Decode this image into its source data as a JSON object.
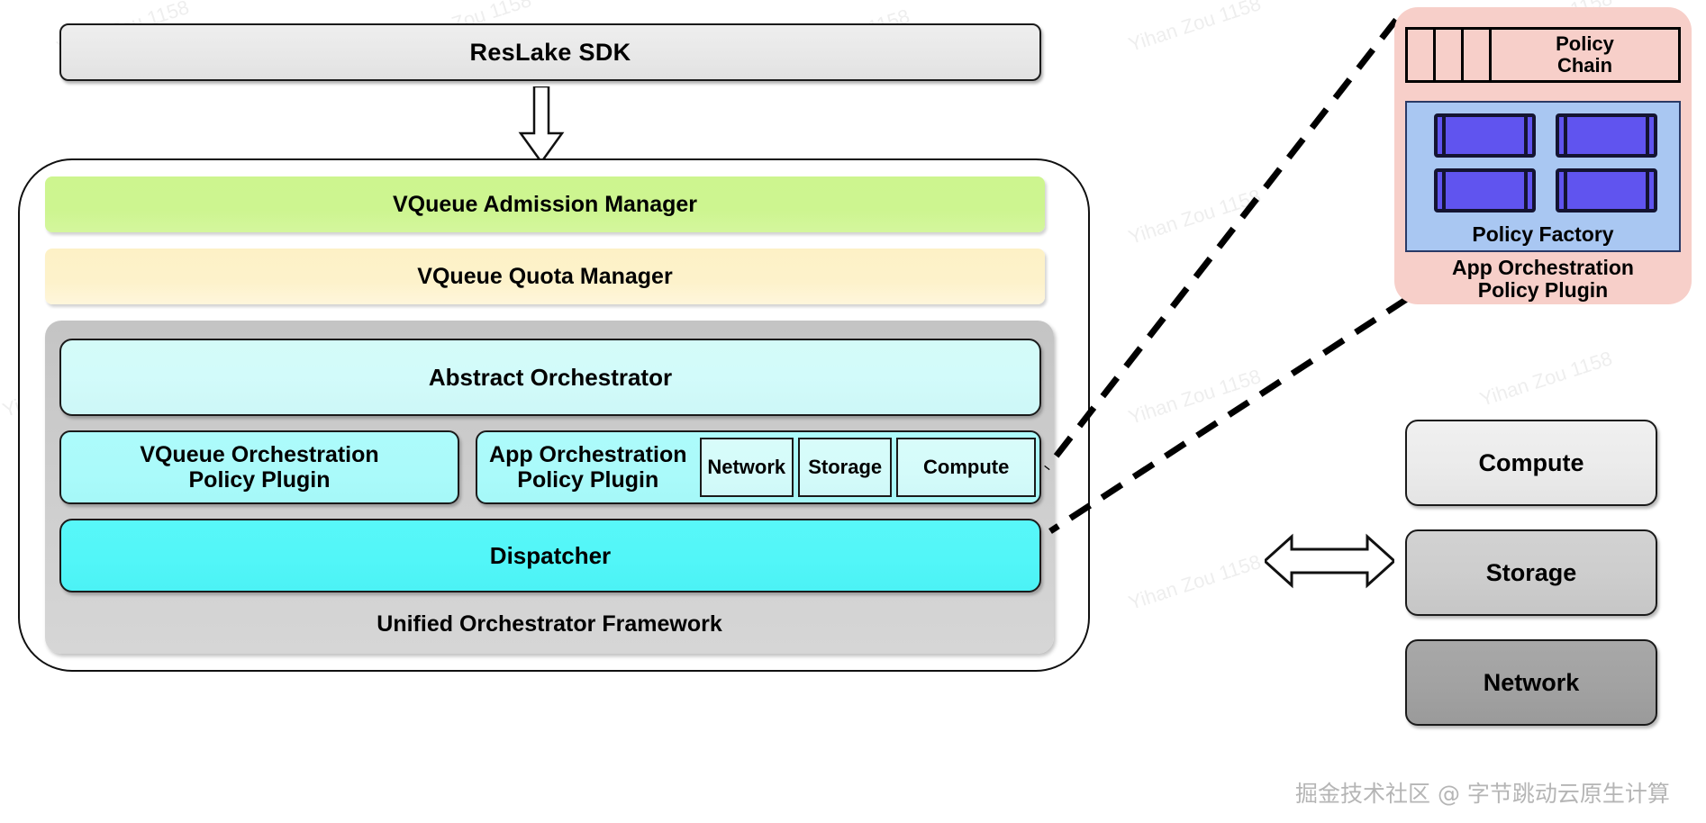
{
  "diagram": {
    "sdk": {
      "label": "ResLake SDK"
    },
    "framework": {
      "admission_manager": "VQueue Admission Manager",
      "quota_manager": "VQueue Quota Manager",
      "abstract_orchestrator": "Abstract Orchestrator",
      "vqueue_plugin_line1": "VQueue Orchestration",
      "vqueue_plugin_line2": "Policy Plugin",
      "app_plugin_line1": "App Orchestration",
      "app_plugin_line2": "Policy Plugin",
      "resource_chips": [
        "Network",
        "Storage",
        "Compute"
      ],
      "dispatcher": "Dispatcher",
      "unified_label": "Unified Orchestrator Framework"
    },
    "callout": {
      "chain_label_line1": "Policy",
      "chain_label_line2": "Chain",
      "chain_cells": [
        "",
        "",
        ""
      ],
      "factory_label": "Policy Factory",
      "factory_modules": [
        "policy-module-1",
        "policy-module-2",
        "policy-module-3",
        "policy-module-4"
      ],
      "caption_line1": "App Orchestration",
      "caption_line2": "Policy Plugin"
    },
    "resources": [
      {
        "label": "Compute"
      },
      {
        "label": "Storage"
      },
      {
        "label": "Network"
      }
    ],
    "icons": {
      "down_arrow": "down-arrow-icon",
      "bidirectional_arrow": "bidirectional-arrow-icon",
      "callout_lines": "dashed-callout-lines-icon"
    },
    "watermarks": {
      "repeat_text": "Yihan Zou 1158",
      "bottom": "掘金技术社区 @ 字节跳动云原生计算"
    },
    "colors": {
      "admission_green": "#cdf590",
      "quota_yellow": "#fdf1c6",
      "abstract_cyan": "#d2fbfa",
      "plugin_cyan": "#aafafa",
      "dispatcher_cyan": "#52f6f8",
      "framework_gray": "#cccccc",
      "callout_pink": "#f7cfc9",
      "factory_blue": "#a9c7f2",
      "module_purple": "#6054ef",
      "compute_gray": "#ebebeb",
      "storage_gray": "#cdcdcd",
      "network_gray": "#a2a2a2"
    }
  }
}
